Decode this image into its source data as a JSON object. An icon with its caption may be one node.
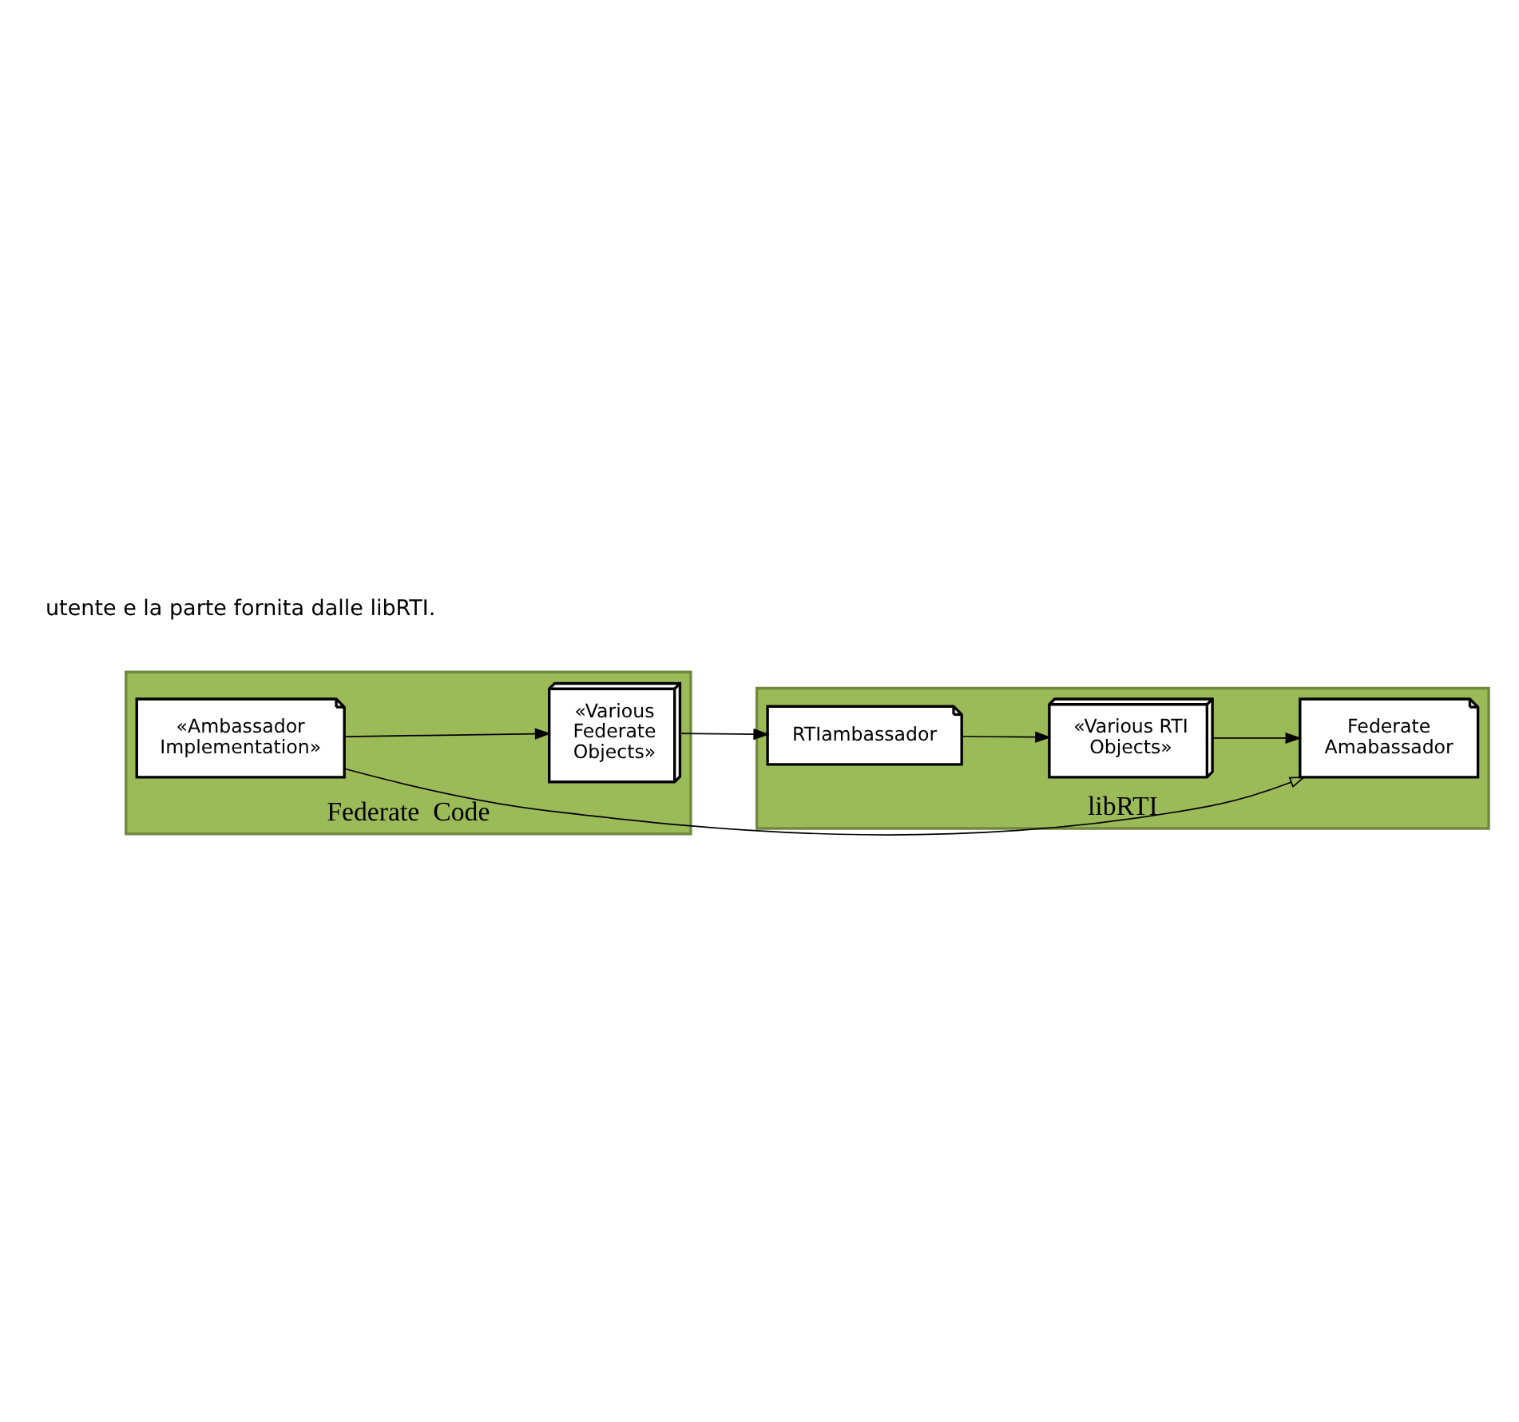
{
  "diagram": {
    "nodes": [
      {
        "text": [
          "libRTI"
        ]
      },
      {
        "text": [
          "Federate Amabassador"
        ],
        "in": 0
      },
      {
        "text": [
          "«Various RTI Objects»"
        ],
        "in": 0
      },
      {
        "text": [
          "RTIambassador"
        ],
        "in": 0
      },
      {
        "text": [
          "Federate  Code"
        ]
      },
      {
        "text": [
          "«Ambassador Implementation»"
        ],
        "in": 4
      },
      {
        "text": [
          "«Various Federate Objects»"
        ],
        "in": 4
      }
    ],
    "edges": [
      {
        "from": 2,
        "to": 1,
        "arrow": "to"
      },
      {
        "from": 3,
        "to": 2,
        "arrow": "to"
      },
      {
        "from": 5,
        "to": 1,
        "arrow": "to"
      },
      {
        "from": 5,
        "to": 6,
        "arrow": "to"
      },
      {
        "from": 6,
        "to": 3,
        "arrow": "to"
      }
    ],
    "labels": [
      "utente e la parte fornita dalle libRTI."
    ]
  }
}
